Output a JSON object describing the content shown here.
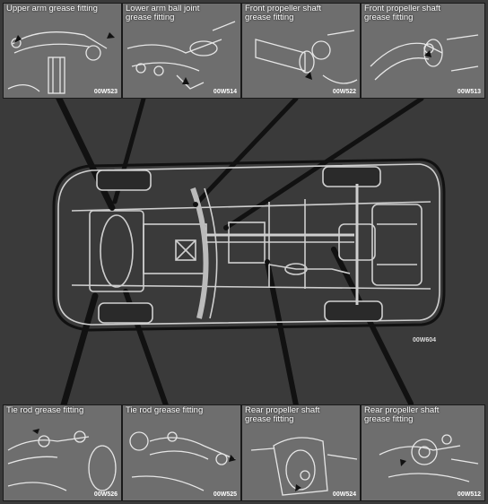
{
  "top_panels": [
    {
      "title": "Upper arm grease fitting",
      "code": "00W523"
    },
    {
      "title": "Lower arm ball joint\ngrease fitting",
      "code": "00W514"
    },
    {
      "title": "Front propeller shaft\ngrease fitting",
      "code": "00W522"
    },
    {
      "title": "Front propeller shaft\ngrease fitting",
      "code": "00W513"
    }
  ],
  "bottom_panels": [
    {
      "title": "Tie rod grease fitting",
      "code": "00W526"
    },
    {
      "title": "Tie rod grease fitting",
      "code": "00W525"
    },
    {
      "title": "Rear propeller shaft\ngrease fitting",
      "code": "00W524"
    },
    {
      "title": "Rear propeller shaft\ngrease fitting",
      "code": "00W512"
    }
  ],
  "diagram_code": "00W604",
  "colors": {
    "background": "#3a3a3a",
    "panel": "#6e6e6e",
    "line": "#111111",
    "light_line": "#dddddd"
  }
}
